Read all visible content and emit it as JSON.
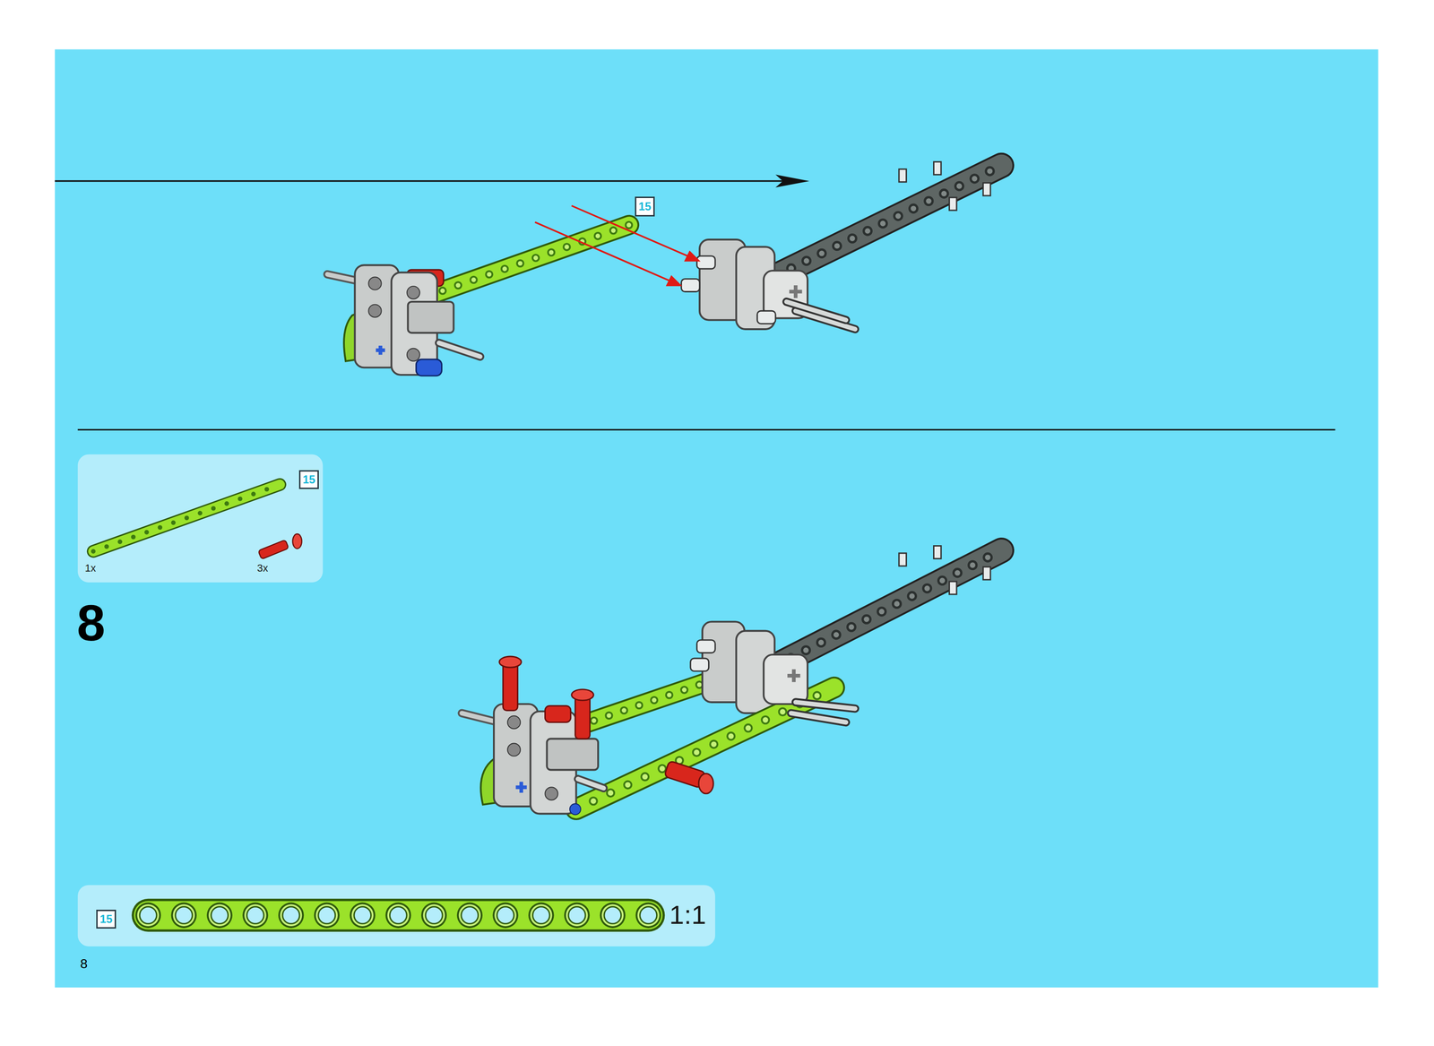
{
  "diagram": {
    "nodes": [
      {
        "text": [
          "15"
        ]
      },
      {
        "text": [
          "1x",
          "3x"
        ]
      },
      {
        "text": [
          "15"
        ],
        "in": 1
      },
      {
        "text": [
          "1:1"
        ]
      },
      {
        "text": [
          "15"
        ],
        "in": 3
      }
    ],
    "labels": [
      "8",
      "8"
    ]
  }
}
